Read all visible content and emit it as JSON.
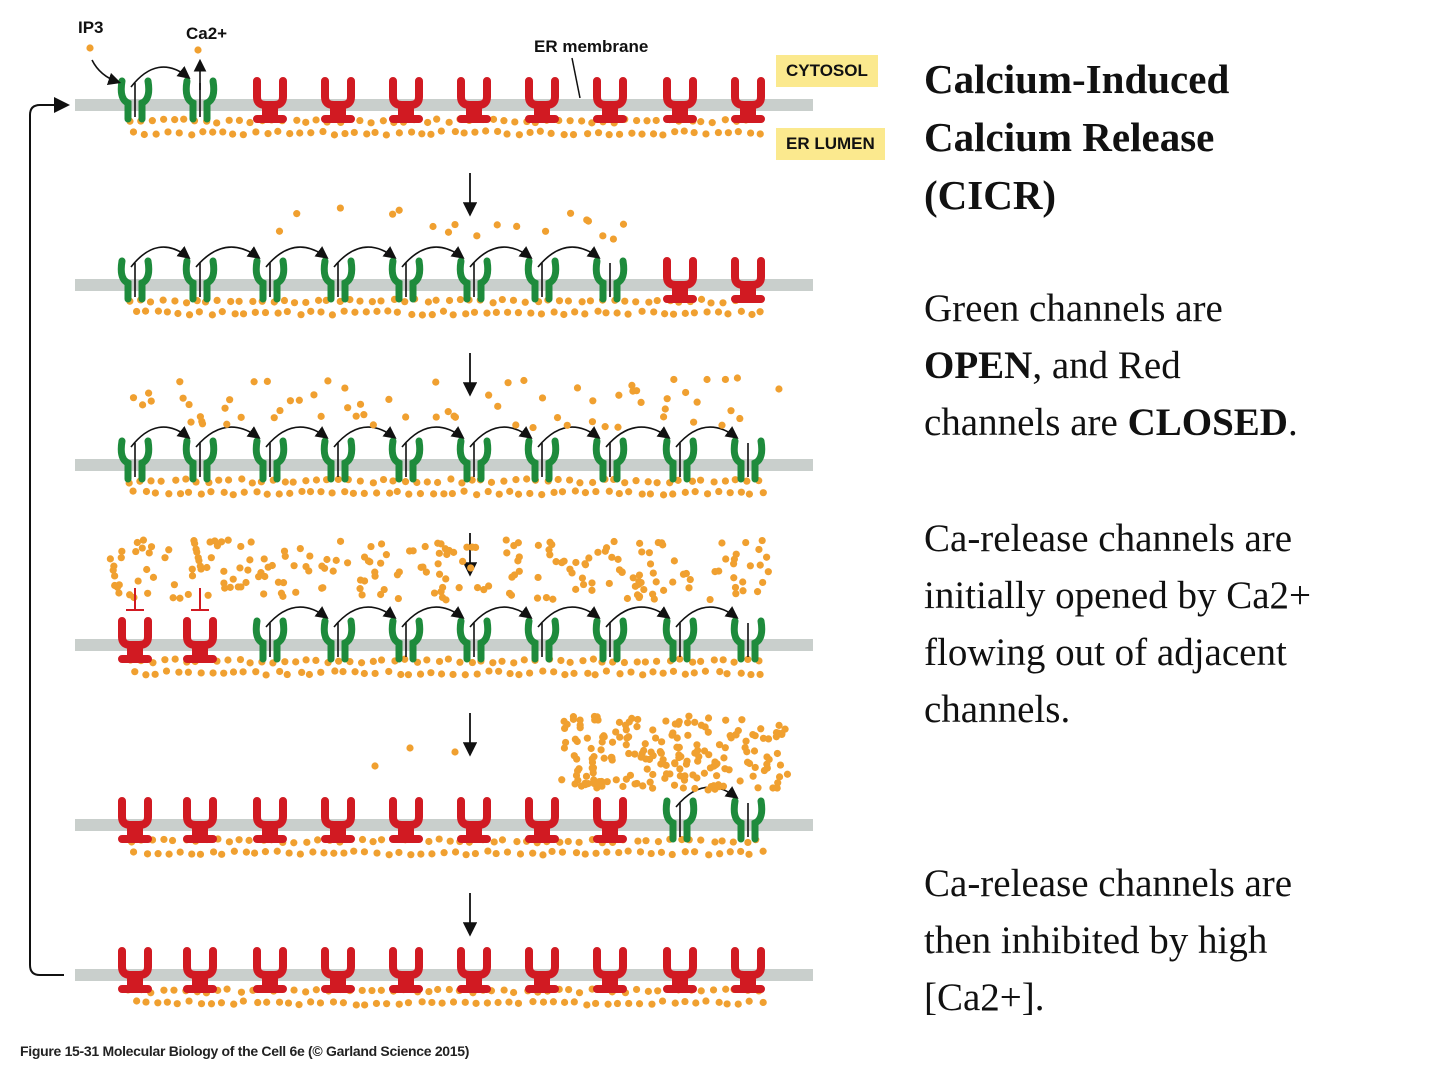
{
  "labels": {
    "ip3": "IP3",
    "ca": "Ca2+",
    "er_membrane": "ER membrane",
    "cytosol": "CYTOSOL",
    "er_lumen": "ER LUMEN"
  },
  "caption": "Figure 15-31  Molecular Biology of the Cell 6e (© Garland Science 2015)",
  "panel": {
    "title_lines": [
      "Calcium-Induced",
      "Calcium Release",
      "(CICR)"
    ],
    "p1_lines": [
      {
        "pre": "Green channels are",
        "bold": "",
        "post": ""
      },
      {
        "pre": "",
        "bold": "OPEN",
        "post": ", and Red"
      },
      {
        "pre": "channels are ",
        "bold": "CLOSED",
        "post": "."
      }
    ],
    "p2_lines": [
      "Ca-release channels are",
      "initially opened by Ca2+",
      "flowing out of adjacent",
      "channels."
    ],
    "p3_lines": [
      "Ca-release channels are",
      "then inhibited by high",
      "[Ca2+]."
    ]
  },
  "colors": {
    "open_channel": "#1e8b3c",
    "closed_channel": "#d11a22",
    "calcium": "#f0a030",
    "membrane": "#c9cfcc",
    "label_bg": "#fbe98e"
  },
  "rows": [
    {
      "states": [
        "open",
        "open",
        "closed",
        "closed",
        "closed",
        "closed",
        "closed",
        "closed",
        "closed",
        "closed"
      ]
    },
    {
      "states": [
        "open",
        "open",
        "open",
        "open",
        "open",
        "open",
        "open",
        "open",
        "closed",
        "closed"
      ]
    },
    {
      "states": [
        "open",
        "open",
        "open",
        "open",
        "open",
        "open",
        "open",
        "open",
        "open",
        "open"
      ]
    },
    {
      "states": [
        "closed",
        "closed",
        "open",
        "open",
        "open",
        "open",
        "open",
        "open",
        "open",
        "open"
      ]
    },
    {
      "states": [
        "closed",
        "closed",
        "closed",
        "closed",
        "closed",
        "closed",
        "closed",
        "closed",
        "open",
        "open"
      ]
    },
    {
      "states": [
        "closed",
        "closed",
        "closed",
        "closed",
        "closed",
        "closed",
        "closed",
        "closed",
        "closed",
        "closed"
      ]
    }
  ]
}
